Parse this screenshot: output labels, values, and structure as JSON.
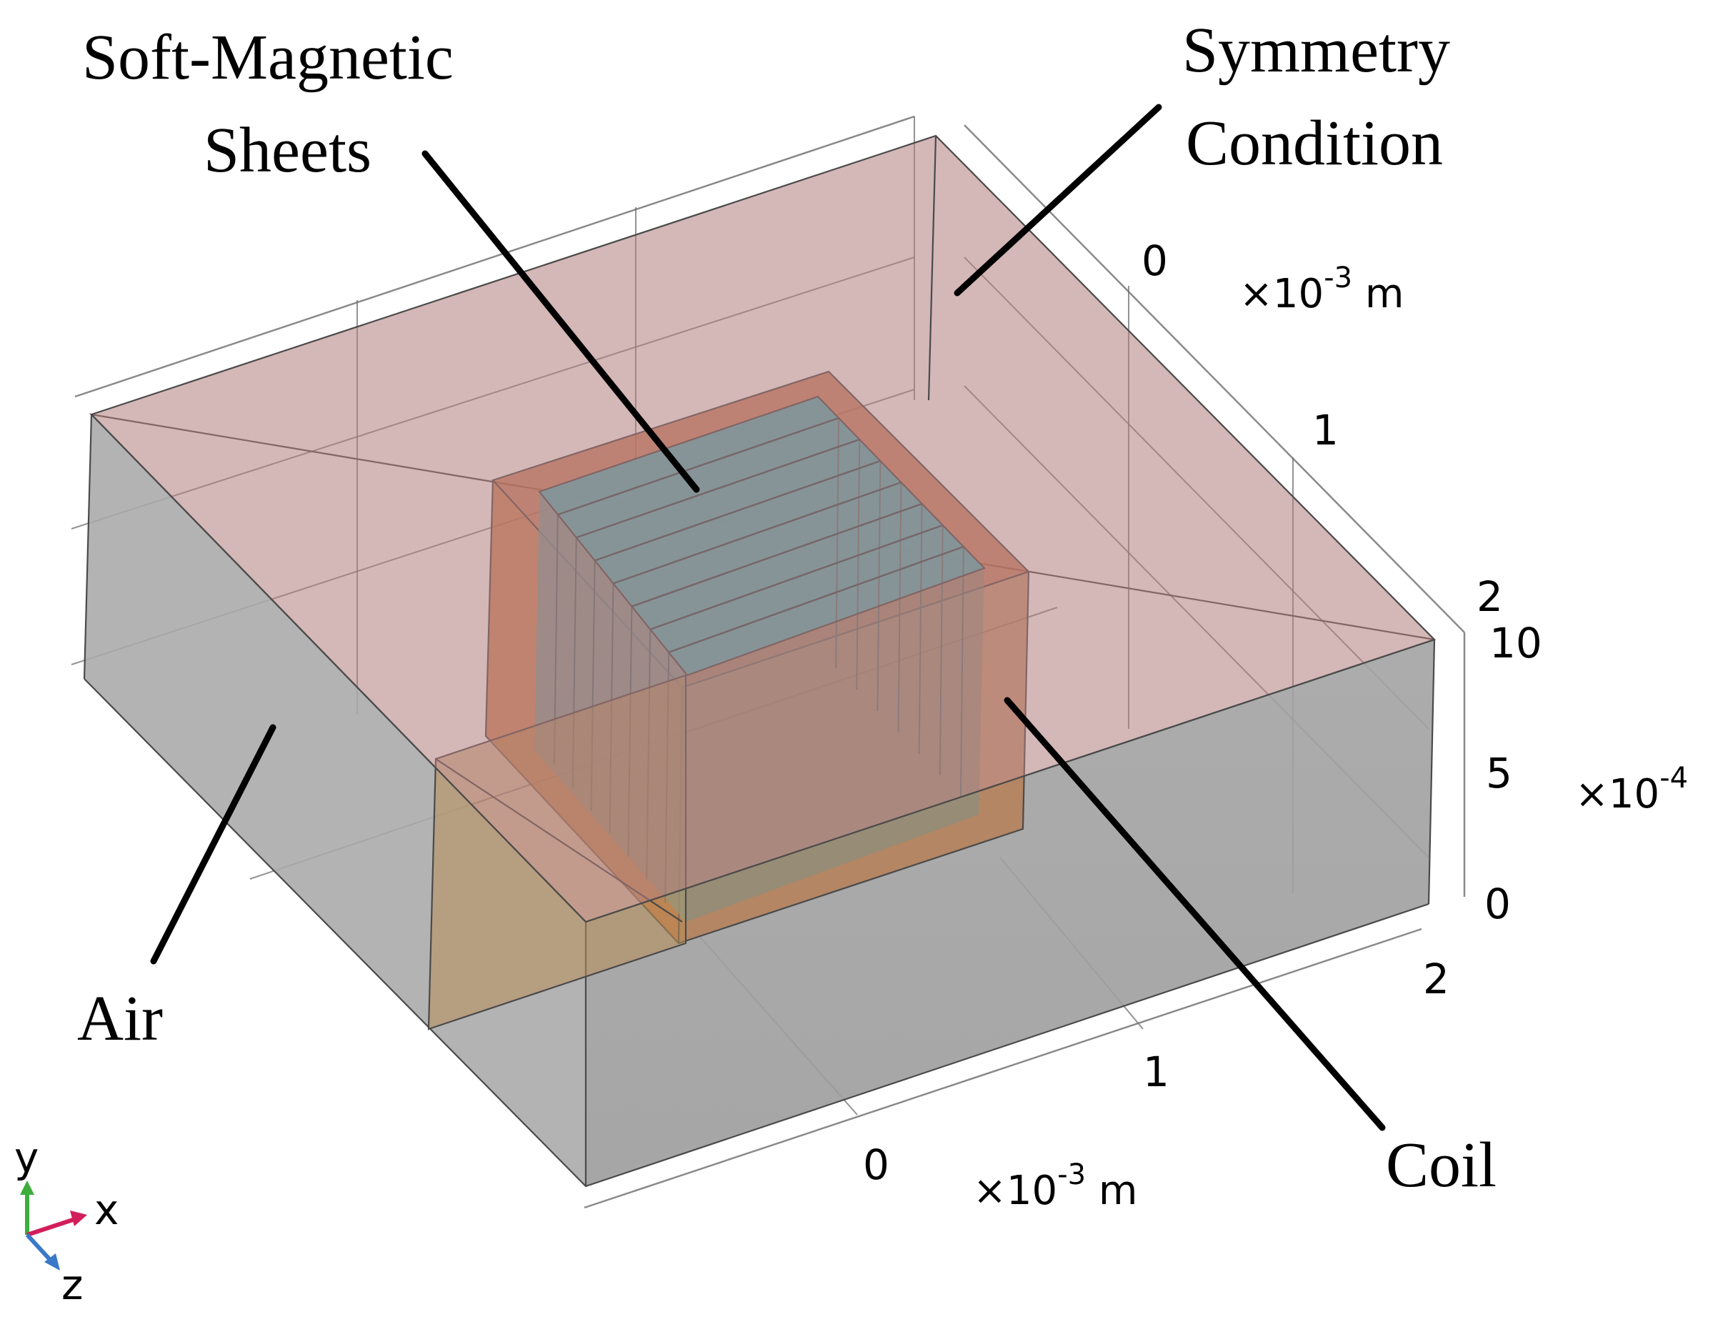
{
  "labels": {
    "soft_magnetic_line1": "Soft-Magnetic",
    "soft_magnetic_line2": "Sheets",
    "symmetry_line1": "Symmetry",
    "symmetry_line2": "Condition",
    "air": "Air",
    "coil": "Coil"
  },
  "axes": {
    "z_axis": {
      "ticks": [
        "0",
        "1",
        "2"
      ],
      "unit_prefix": "×10",
      "unit_exp": "-3",
      "unit_suffix": " m"
    },
    "x_axis": {
      "ticks": [
        "0",
        "1",
        "2"
      ],
      "unit_prefix": "×10",
      "unit_exp": "-3",
      "unit_suffix": " m"
    },
    "y_axis": {
      "ticks": [
        "0",
        "5",
        "10"
      ],
      "unit_prefix": "×10",
      "unit_exp": "-4",
      "unit_suffix": ""
    }
  },
  "triad": {
    "y": "y",
    "x": "x",
    "z": "z"
  },
  "colors": {
    "air": "#9a9a9a",
    "symmetry_plane": "#b07c7c",
    "coil": "#c8703a",
    "sheets": "#4bb3bd",
    "triad_y": "#3cae3c",
    "triad_x": "#d21e5a",
    "triad_z": "#3a78c8"
  }
}
